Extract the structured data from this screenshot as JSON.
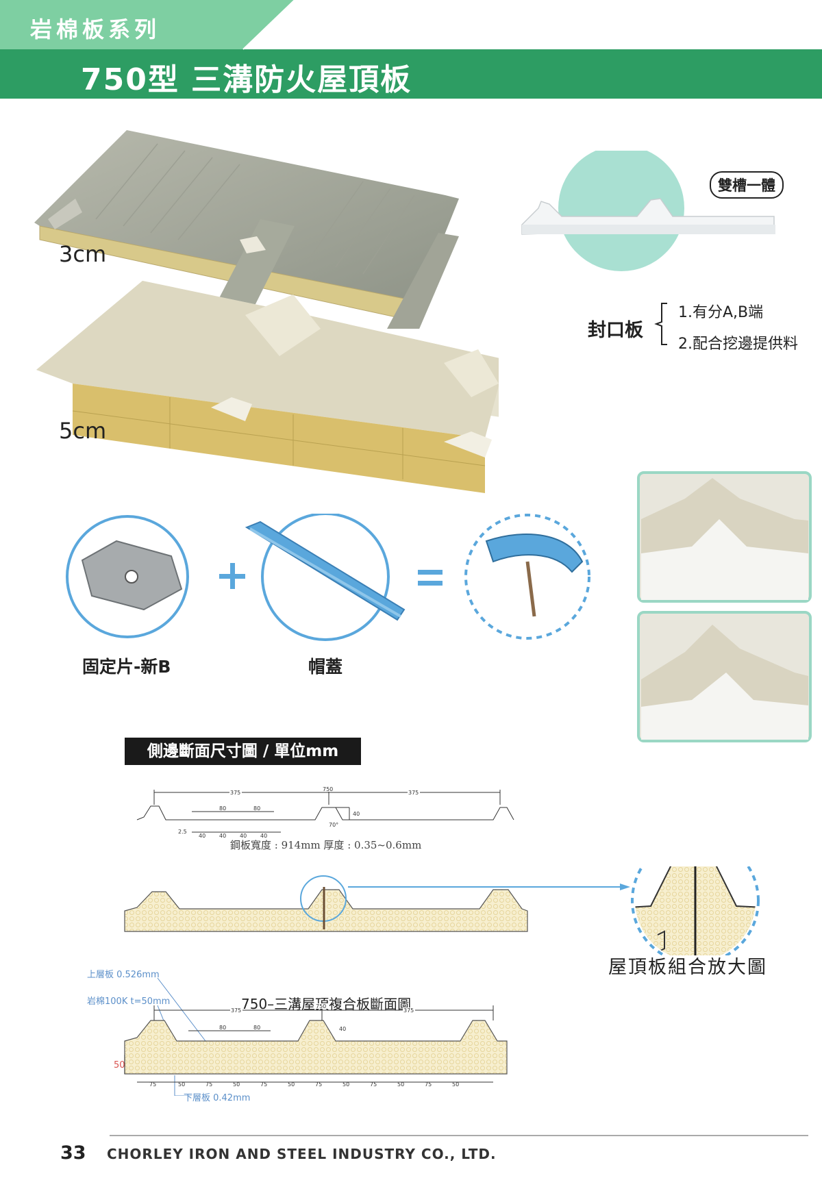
{
  "header": {
    "series_label": "岩棉板系列",
    "title": "750型 三溝防火屋頂板",
    "colors": {
      "green": "#2d9d63",
      "mint": "#7ecfa2"
    }
  },
  "products": {
    "thickness_3cm": "3cm",
    "thickness_5cm": "5cm"
  },
  "closure": {
    "badge": "雙槽一體",
    "title": "封口板",
    "notes": [
      "1.有分A,B端",
      "2.配合挖邊提供料"
    ]
  },
  "accessories": {
    "clip_label": "固定片-新B",
    "cap_label": "帽蓋",
    "plus_symbol": "+",
    "equals_symbol": "=",
    "accent_color": "#5aa7dc"
  },
  "section": {
    "heading": "側邊斷面尺寸圖 / 單位mm",
    "dims": {
      "total": "750",
      "half": "375",
      "rib_spacing": "80",
      "sub_spacing": "40",
      "rib_height": "40",
      "edge": "2.5",
      "angle": "70°"
    },
    "steel_note": "鋼板寬度 : 914mm  厚度 : 0.35~0.6mm"
  },
  "enlarge": {
    "caption": "屋頂板組合放大圖"
  },
  "composite": {
    "title": "750–三溝屋頂複合板斷面圖",
    "upper_layer": "上層板 0.526mm",
    "core_layer": "岩棉100K t=50mm",
    "lower_layer": "下層板 0.42mm",
    "thickness": "50",
    "dims": {
      "total": "750",
      "half": "375",
      "rib": "80",
      "base_spacing": "75",
      "base_sub": "50",
      "rib_height": "40"
    }
  },
  "footer": {
    "page_number": "33",
    "company": "CHORLEY IRON AND STEEL INDUSTRY CO., LTD."
  }
}
